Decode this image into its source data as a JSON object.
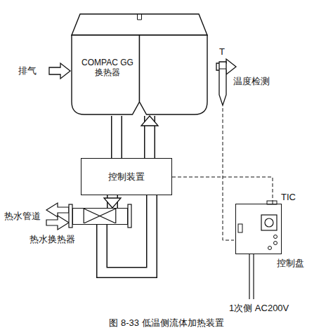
{
  "diagram": {
    "caption": "图 8-33 低温侧流体加热装置",
    "nodes": [
      {
        "text": [
          "COMPAC GG 换热器"
        ]
      },
      {
        "text": [
          "控制装置"
        ]
      },
      {
        "text": [
          "热水换热器"
        ]
      },
      {
        "text": [
          "TIC",
          "控制盘"
        ]
      }
    ],
    "edges": [
      {
        "from": 0,
        "to": 1,
        "arrow": "none"
      },
      {
        "from": 1,
        "to": 2,
        "arrow": "to"
      },
      {
        "from": 2,
        "to": 1,
        "arrow": "none"
      },
      {
        "from": 1,
        "to": 0,
        "arrow": "to"
      },
      {
        "from": 1,
        "to": 3,
        "arrow": "none"
      }
    ],
    "labels": [
      "排气",
      "T",
      "温度检测",
      "热水管道",
      "1次侧 AC200V"
    ]
  }
}
